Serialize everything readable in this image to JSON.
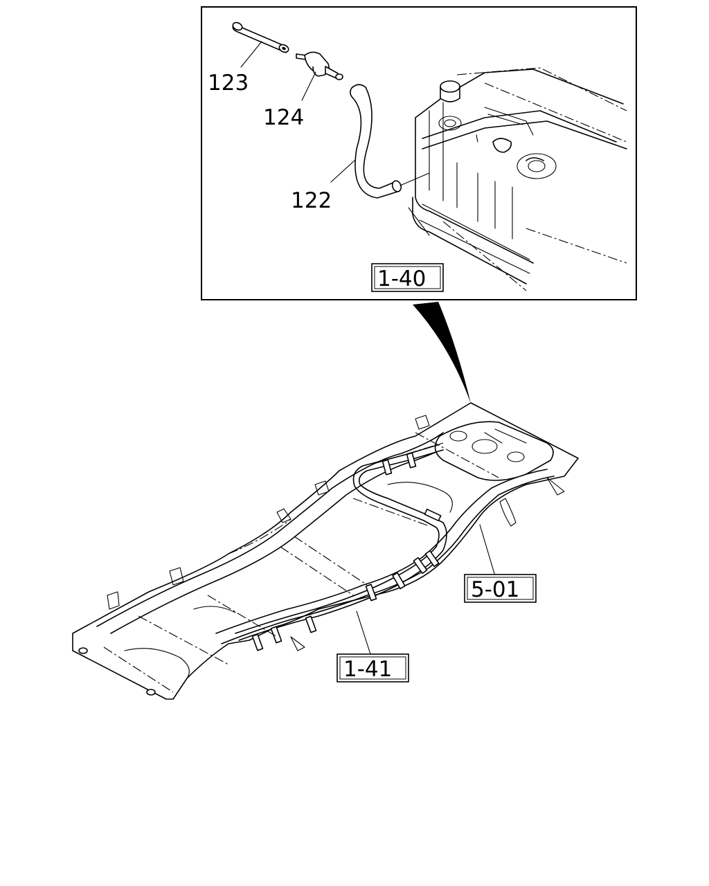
{
  "part_labels": {
    "p122": "122",
    "p123": "123",
    "p124": "124"
  },
  "reference_boxes": {
    "r1_40": "1-40",
    "r1_41": "1-41",
    "r5_01": "5-01"
  }
}
